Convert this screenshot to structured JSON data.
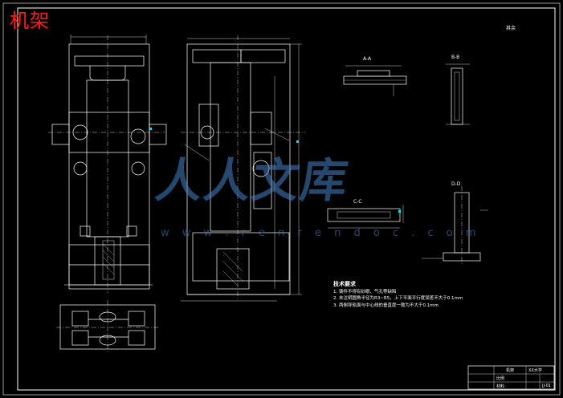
{
  "title": "机架",
  "watermark": {
    "text": "人人文库",
    "url": "w w w . r e n r e n d o c . c o m"
  },
  "roughness_note": "其余",
  "section_labels": [
    "A-A",
    "B-B",
    "C-C",
    "D-D"
  ],
  "technical_requirements": {
    "heading": "技术要求",
    "items": [
      "1. 铸件不得有砂眼、气孔等缺陷",
      "2. 未注明圆角半径为R3~R5，上下平面平行度误差不大于0.1mm",
      "3. 两侧导轨面与中心线的垂直度一致为不大于0.1mm"
    ]
  },
  "title_block": {
    "part_name": "机架",
    "scale_label": "比例",
    "material_label": "材料",
    "drawing_no": "JJ-01",
    "school": "XX大学"
  },
  "colors": {
    "line": "#ffffff",
    "title": "#ff1a1a",
    "watermark": "#4682c8",
    "accent": "#00e5ff"
  }
}
